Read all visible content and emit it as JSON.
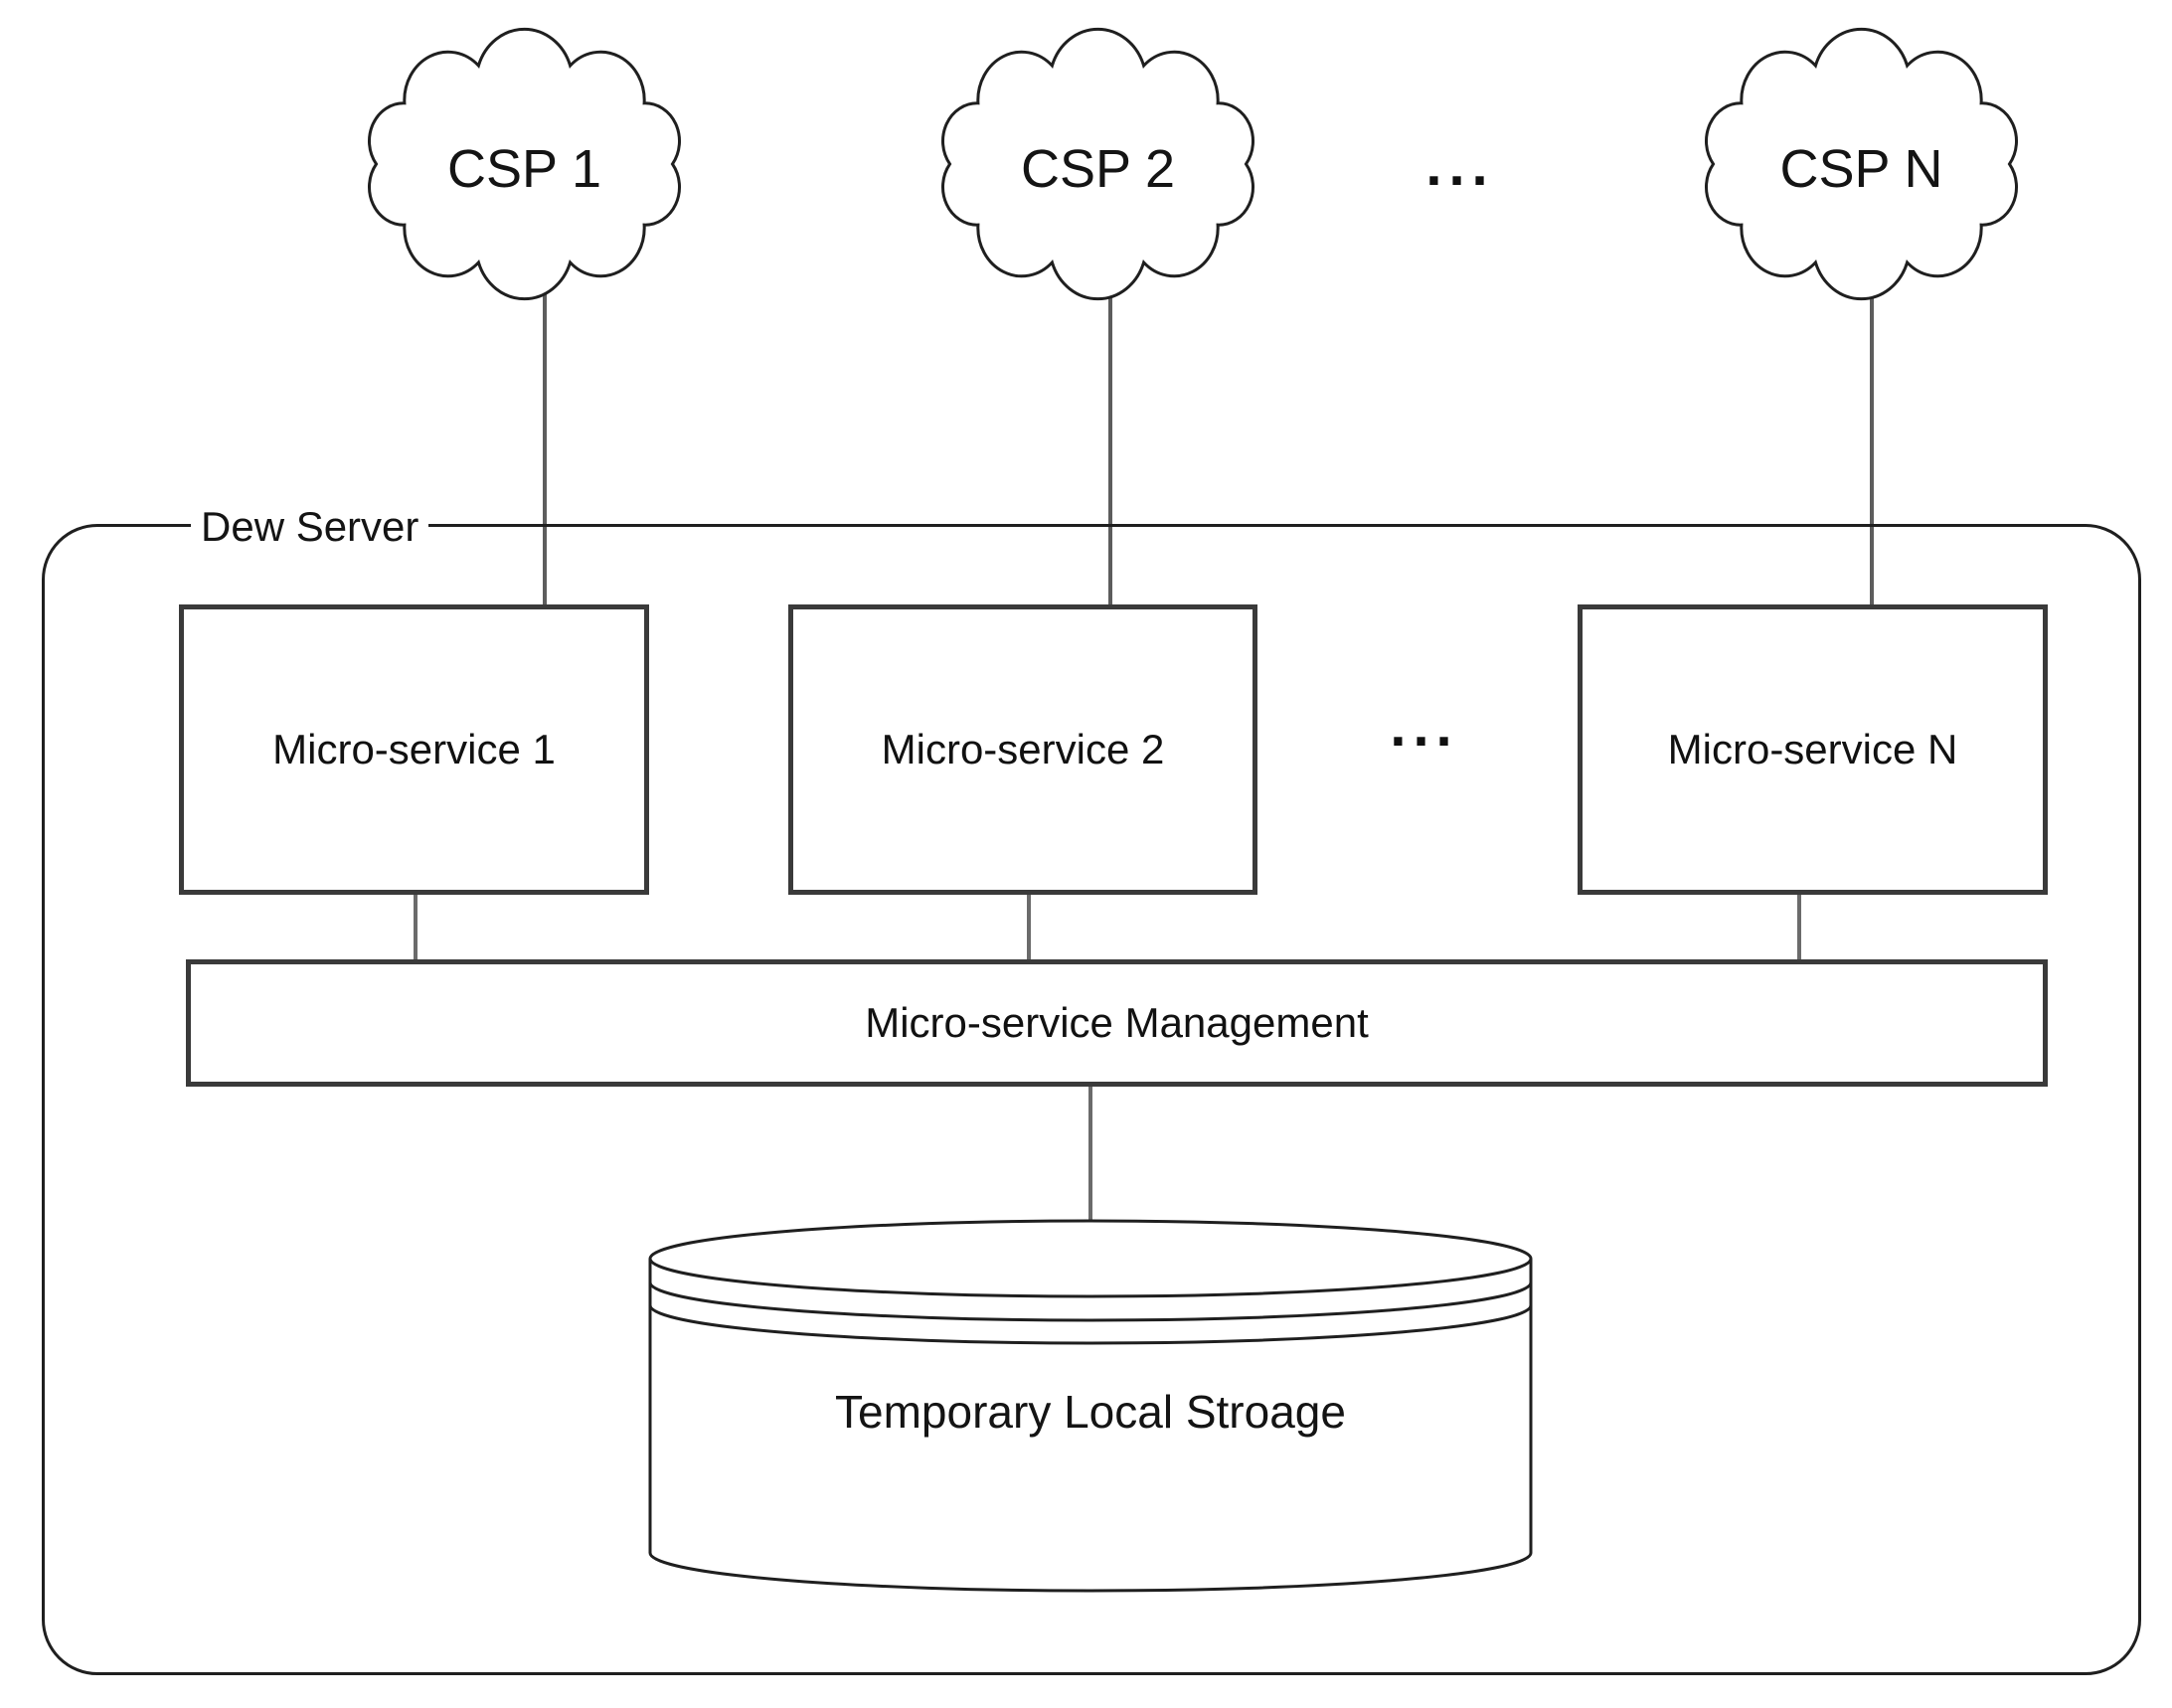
{
  "diagram": {
    "container_label": "Dew Server",
    "clouds": [
      {
        "label": "CSP 1"
      },
      {
        "label": "CSP 2"
      },
      {
        "label": "CSP N"
      }
    ],
    "cloud_ellipsis": "...",
    "services": [
      {
        "label": "Micro-service 1"
      },
      {
        "label": "Micro-service 2"
      },
      {
        "label": "Micro-service N"
      }
    ],
    "service_ellipsis": "...",
    "management_label": "Micro-service Management",
    "storage_label": "Temporary Local Stroage",
    "colors": {
      "stroke": "#1f1f1f",
      "box_border": "#3a3a3a",
      "connector": "#666666",
      "background": "#ffffff",
      "text": "#141414"
    }
  }
}
